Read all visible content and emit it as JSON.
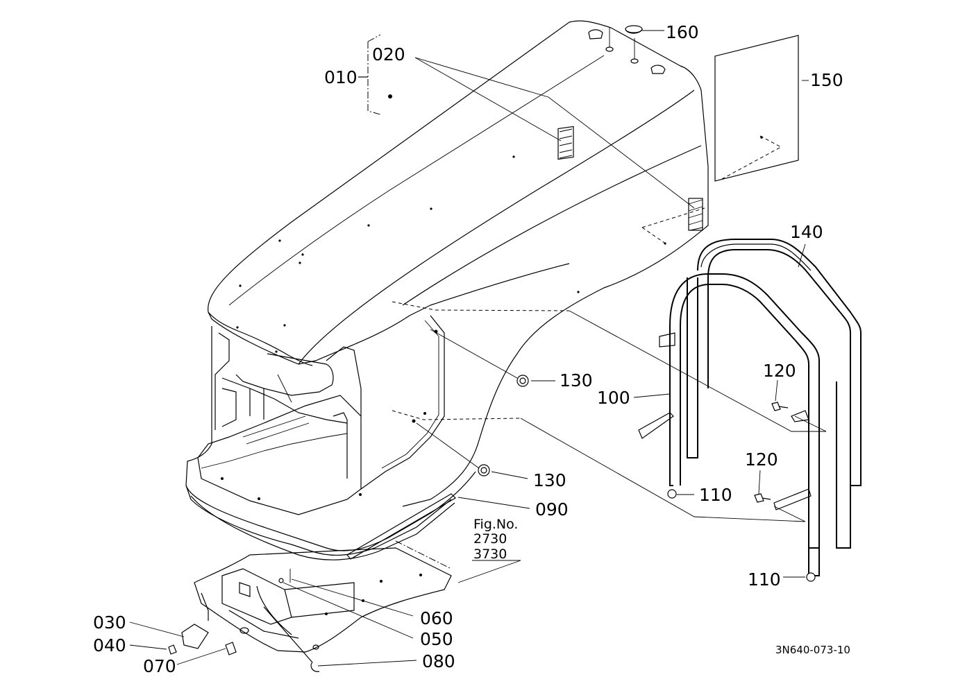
{
  "parts": {
    "p010": "010",
    "p020": "020",
    "p030": "030",
    "p040": "040",
    "p050": "050",
    "p060": "060",
    "p070": "070",
    "p080": "080",
    "p090": "090",
    "p100": "100",
    "p110a": "110",
    "p110b": "110",
    "p120a": "120",
    "p120b": "120",
    "p130a": "130",
    "p130b": "130",
    "p140": "140",
    "p150": "150",
    "p160": "160"
  },
  "reference": {
    "fig_label": "Fig.No.",
    "fig_a": "2730",
    "fig_b": "3730"
  },
  "drawing_code": "3N640-073-10",
  "icons": {
    "hood": "hood-assembly-icon",
    "grille": "front-grille-icon",
    "guard": "grille-guard-icon",
    "panel": "side-panel-icon",
    "latch": "hood-latch-icon"
  }
}
